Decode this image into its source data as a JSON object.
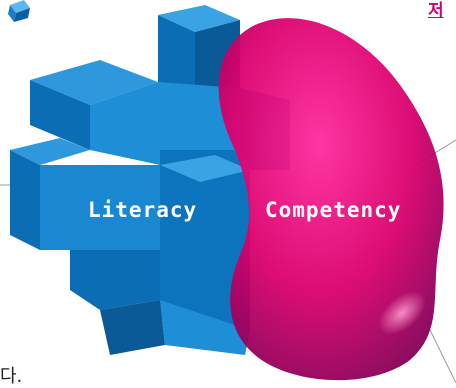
{
  "labels": {
    "literacy": "Literacy",
    "competency": "Competency"
  },
  "corner_text": "저",
  "bottom_char": "다.",
  "colors": {
    "cube_top": "#1e8fd6",
    "cube_front": "#0b6db3",
    "cube_side": "#0a5a98",
    "blob_light": "#ff2aa0",
    "blob_dark": "#8a0060",
    "accent_text": "#d4006f"
  },
  "icons": [
    "small-cube-icon"
  ]
}
